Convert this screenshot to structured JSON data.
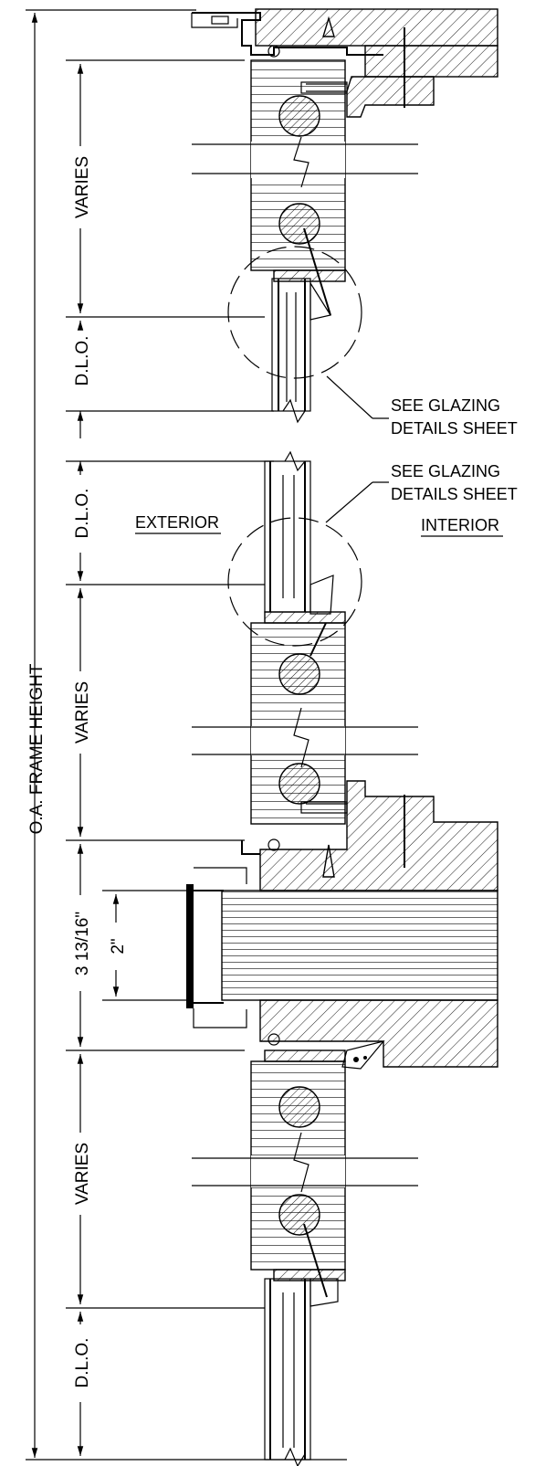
{
  "dimensions": {
    "overall_height": "O.A. FRAME HEIGHT",
    "varies_1": "VARIES",
    "dlo_1": "D.L.O.",
    "dlo_2": "D.L.O.",
    "varies_2": "VARIES",
    "mullion_depth": "3 13/16\"",
    "mullion_inner": "2\"",
    "varies_3": "VARIES",
    "dlo_3": "D.L.O."
  },
  "callouts": {
    "glazing_1_line1": "SEE GLAZING",
    "glazing_1_line2": "DETAILS SHEET",
    "glazing_2_line1": "SEE GLAZING",
    "glazing_2_line2": "DETAILS SHEET"
  },
  "sides": {
    "exterior": "EXTERIOR",
    "interior": "INTERIOR"
  }
}
